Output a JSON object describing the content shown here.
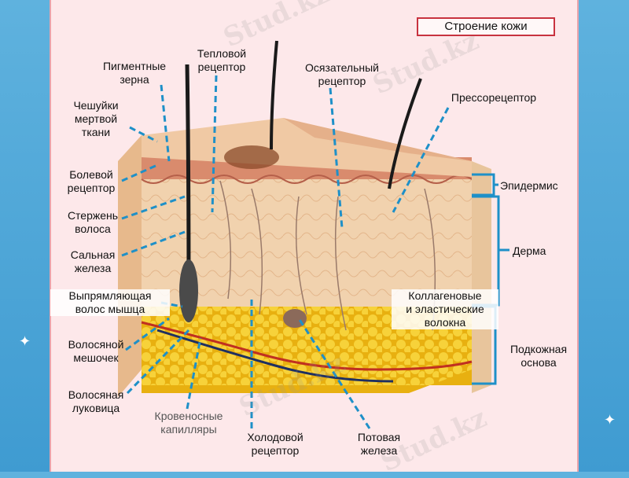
{
  "title": "Строение кожи",
  "labels": {
    "pigment": "Пигментные\nзерна",
    "thermal": "Тепловой\nрецептор",
    "tactile": "Осязательный\nрецептор",
    "pressure": "Прессорецептор",
    "scales": "Чешуйки\nмертвой\nткани",
    "pain": "Болевой\nрецептор",
    "shaft": "Стержень\nволоса",
    "sebaceous": "Сальная\nжелеза",
    "erector": "Выпрямляющая\nволос мышца",
    "follicle": "Волосяной\nмешочек",
    "bulb": "Волосяная\nлуковица",
    "capillaries": "Кровеносные\nкапилляры",
    "cold": "Холодовой\nрецептор",
    "sweat": "Потовая\nжелеза",
    "epidermis": "Эпидермис",
    "dermis": "Дерма",
    "fibers": "Коллагеновые\nи эластические\nволокна",
    "hypodermis": "Подкожная\nоснова"
  },
  "watermark": "Stud.kz",
  "colors": {
    "background": "#4aa6d8",
    "panel": "#fde8ea",
    "leader": "#1e90c8",
    "epidermis": "#d88a70",
    "dermis": "#f0cfa8",
    "fat": "#f2c21c",
    "bracket": "#1e90c8"
  }
}
